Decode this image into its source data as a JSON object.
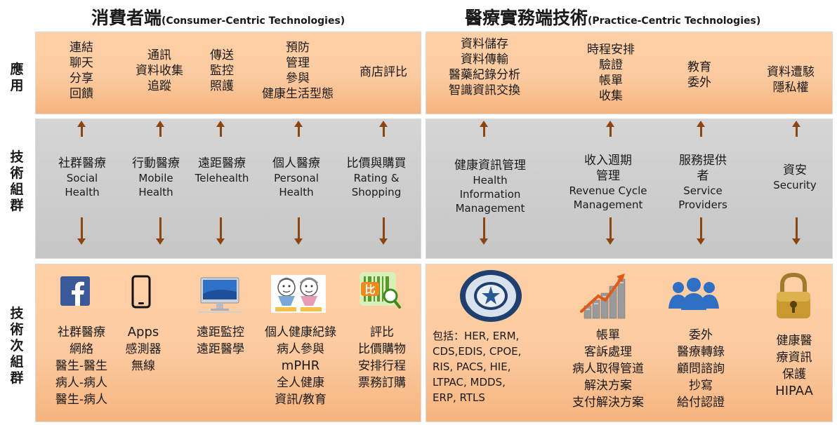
{
  "headings": {
    "consumer": {
      "main": "消費者端",
      "sub": "(Consumer-Centric Technologies)"
    },
    "practice": {
      "main": "醫療實務端技術",
      "sub": "(Practice-Centric Technologies)"
    }
  },
  "row_labels": {
    "applications": "應用",
    "tech_groups": "技術組群",
    "tech_subgroups": "技術次組群"
  },
  "applications": [
    {
      "lines": [
        "連結",
        "聊天",
        "分享",
        "回饋"
      ]
    },
    {
      "lines": [
        "通訊",
        "資料收集",
        "追蹤"
      ]
    },
    {
      "lines": [
        "傳送",
        "監控",
        "照護"
      ]
    },
    {
      "lines": [
        "預防",
        "管理",
        "參與",
        "健康生活型態"
      ]
    },
    {
      "lines": [
        "商店評比"
      ]
    },
    {
      "lines": [
        "資料儲存",
        "資料傳輸",
        "醫藥紀錄分析",
        "智識資訊交換"
      ]
    },
    {
      "lines": [
        "時程安排",
        "驗證",
        "帳單",
        "收集"
      ]
    },
    {
      "lines": [
        "教育",
        "委外"
      ]
    },
    {
      "lines": [
        "資料遭駭",
        "隱私權"
      ]
    }
  ],
  "tech_groups": [
    {
      "cn": [
        "社群醫療"
      ],
      "en": [
        "Social",
        "Health"
      ]
    },
    {
      "cn": [
        "行動醫療"
      ],
      "en": [
        "Mobile",
        "Health"
      ]
    },
    {
      "cn": [
        "遠距醫療"
      ],
      "en": [
        "Telehealth"
      ]
    },
    {
      "cn": [
        "個人醫療"
      ],
      "en": [
        "Personal",
        "Health"
      ]
    },
    {
      "cn": [
        "比價與購買"
      ],
      "en": [
        "Rating &",
        "Shopping"
      ]
    },
    {
      "cn": [
        "健康資訊管理"
      ],
      "en": [
        "Health",
        "Information",
        "Management"
      ]
    },
    {
      "cn": [
        "收入週期",
        "管理"
      ],
      "en": [
        "Revenue Cycle",
        "Management"
      ]
    },
    {
      "cn": [
        "服務提供",
        "者"
      ],
      "en": [
        "Service",
        "Providers"
      ]
    },
    {
      "cn": [
        "資安"
      ],
      "en": [
        "Security"
      ]
    }
  ],
  "tech_subgroups": [
    {
      "icon": "facebook-icon",
      "lines": [
        "社群醫療",
        "網絡",
        "醫生-醫生",
        "病人-病人",
        "醫生-病人"
      ]
    },
    {
      "icon": "smartphone-icon",
      "lines": [
        "Apps",
        "感測器",
        "無線"
      ]
    },
    {
      "icon": "desktop-monitor-icon",
      "lines": [
        "遠距監控",
        "遠距醫學"
      ]
    },
    {
      "icon": "family-drawing-icon",
      "lines": [
        "個人健康紀錄",
        "病人參與",
        "mPHR",
        "全人健康",
        "資訊/教育"
      ]
    },
    {
      "icon": "price-compare-icon",
      "lines": [
        "評比",
        "比價購物",
        "安排行程",
        "票務訂購"
      ]
    },
    {
      "icon": "health-info-seal-icon",
      "lines": [
        "包括：HER, ERM,",
        "CDS,EDIS, CPOE,",
        "RIS, PACS, HIE,",
        "LTPAC, MDDS,",
        "ERP, RTLS"
      ]
    },
    {
      "icon": "growth-chart-icon",
      "lines": [
        "帳單",
        "客訴處理",
        "病人取得管道",
        "解決方案",
        "支付解決方案"
      ]
    },
    {
      "icon": "people-group-icon",
      "lines": [
        "委外",
        "醫療轉錄",
        "顧問諮詢",
        "抄寫",
        "給付認證"
      ]
    },
    {
      "icon": "padlock-icon",
      "lines": [
        "健康醫",
        "療資訊",
        "保護",
        "HIPAA"
      ]
    }
  ],
  "colors": {
    "arrow": "#8b4513",
    "orange_panel": "#fbc89c",
    "gray_panel": "#c9c9c9"
  }
}
